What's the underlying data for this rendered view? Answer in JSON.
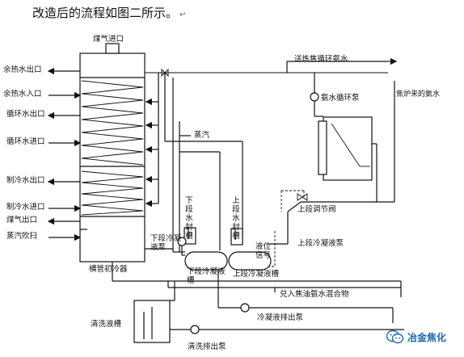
{
  "caption": "改造后的流程如图二所示。",
  "caption_mark": "↵",
  "labels": {
    "gas_inlet": "煤气进口",
    "waste_heat_water_outlet": "余热水出口",
    "waste_heat_water_inlet": "余热水入口",
    "circ_water_outlet": "循环水出口",
    "circ_water_inlet": "循环水进口",
    "chilled_water_outlet": "制冷水出口",
    "chilled_water_inlet": "制冷水进口",
    "gas_outlet": "煤气出口",
    "steam_purge": "蒸汽吹扫",
    "primary_cooler": "横管初冷器",
    "steam": "蒸汽",
    "to_coking_ammonia": "送炼焦循环氨水",
    "ammonia_circ_pump": "氨水循环泵",
    "coke_oven_ammonia": "焦炉来的氨水",
    "lower_seal_tank": "下段水封槽",
    "upper_seal_tank": "上段水封槽",
    "upper_regulating_valve": "上段调节阀",
    "upper_condensate_pump": "上段冷凝液泵",
    "lower_condensate_pump": "下段冷凝液泵",
    "level_signal": "液位信号",
    "lower_condensate_tank": "下段冷凝液槽",
    "upper_condensate_tank": "上段冷凝液槽",
    "to_tar_ammonia_mix": "兑入焦油氨水混合物",
    "condensate_discharge_pump": "冷凝液排出泵",
    "wash_liquid_tank": "清洗液槽",
    "wash_discharge_pump": "清洗排出泵"
  },
  "watermark": {
    "text": "冶金焦化",
    "icon": "wechat-icon"
  }
}
